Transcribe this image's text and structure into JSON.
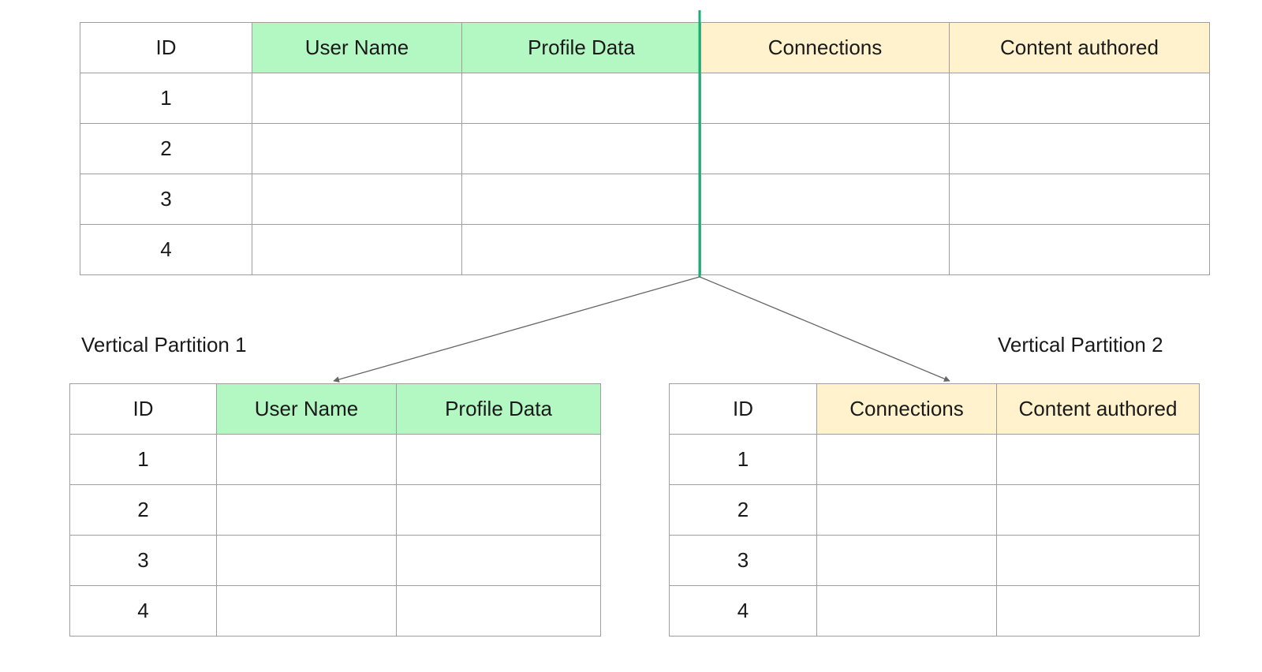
{
  "main_table": {
    "headers": {
      "id": "ID",
      "user_name": "User Name",
      "profile_data": "Profile Data",
      "connections": "Connections",
      "content_authored": "Content authored"
    },
    "rows": [
      "1",
      "2",
      "3",
      "4"
    ]
  },
  "partition_1": {
    "caption": "Vertical Partition 1",
    "headers": {
      "id": "ID",
      "user_name": "User Name",
      "profile_data": "Profile Data"
    },
    "rows": [
      "1",
      "2",
      "3",
      "4"
    ]
  },
  "partition_2": {
    "caption": "Vertical Partition 2",
    "headers": {
      "id": "ID",
      "connections": "Connections",
      "content_authored": "Content authored"
    },
    "rows": [
      "1",
      "2",
      "3",
      "4"
    ]
  },
  "colors": {
    "group_1_header": "#b3f7c3",
    "group_2_header": "#fff2cc",
    "split_line": "#1aae77",
    "arrow": "#666666",
    "grid_border": "#9e9e9e"
  }
}
